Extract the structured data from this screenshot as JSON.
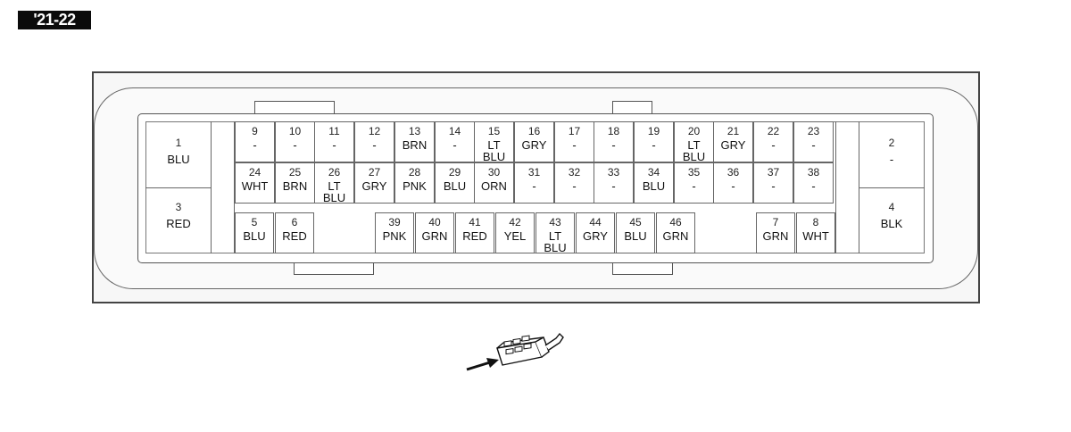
{
  "badge": "'21-22",
  "big_pins": [
    {
      "num": "1",
      "color": "BLU"
    },
    {
      "num": "3",
      "color": "RED"
    },
    {
      "num": "2",
      "color": "-"
    },
    {
      "num": "4",
      "color": "BLK"
    }
  ],
  "row1": [
    {
      "num": "9",
      "color": "-"
    },
    {
      "num": "10",
      "color": "-"
    },
    {
      "num": "11",
      "color": "-"
    },
    {
      "num": "12",
      "color": "-"
    },
    {
      "num": "13",
      "color": "BRN"
    },
    {
      "num": "14",
      "color": "-"
    },
    {
      "num": "15",
      "color": "LT\nBLU"
    },
    {
      "num": "16",
      "color": "GRY"
    },
    {
      "num": "17",
      "color": "-"
    },
    {
      "num": "18",
      "color": "-"
    },
    {
      "num": "19",
      "color": "-"
    },
    {
      "num": "20",
      "color": "LT\nBLU"
    },
    {
      "num": "21",
      "color": "GRY"
    },
    {
      "num": "22",
      "color": "-"
    },
    {
      "num": "23",
      "color": "-"
    }
  ],
  "row2": [
    {
      "num": "24",
      "color": "WHT"
    },
    {
      "num": "25",
      "color": "BRN"
    },
    {
      "num": "26",
      "color": "LT\nBLU"
    },
    {
      "num": "27",
      "color": "GRY"
    },
    {
      "num": "28",
      "color": "PNK"
    },
    {
      "num": "29",
      "color": "BLU"
    },
    {
      "num": "30",
      "color": "ORN"
    },
    {
      "num": "31",
      "color": "-"
    },
    {
      "num": "32",
      "color": "-"
    },
    {
      "num": "33",
      "color": "-"
    },
    {
      "num": "34",
      "color": "BLU"
    },
    {
      "num": "35",
      "color": "-"
    },
    {
      "num": "36",
      "color": "-"
    },
    {
      "num": "37",
      "color": "-"
    },
    {
      "num": "38",
      "color": "-"
    }
  ],
  "row3_left": [
    {
      "num": "5",
      "color": "BLU"
    },
    {
      "num": "6",
      "color": "RED"
    }
  ],
  "row3_mid": [
    {
      "num": "39",
      "color": "PNK"
    },
    {
      "num": "40",
      "color": "GRN"
    },
    {
      "num": "41",
      "color": "RED"
    },
    {
      "num": "42",
      "color": "YEL"
    },
    {
      "num": "43",
      "color": "LT\nBLU"
    },
    {
      "num": "44",
      "color": "GRY"
    },
    {
      "num": "45",
      "color": "BLU"
    },
    {
      "num": "46",
      "color": "GRN"
    }
  ],
  "row3_right": [
    {
      "num": "7",
      "color": "GRN"
    },
    {
      "num": "8",
      "color": "WHT"
    }
  ]
}
